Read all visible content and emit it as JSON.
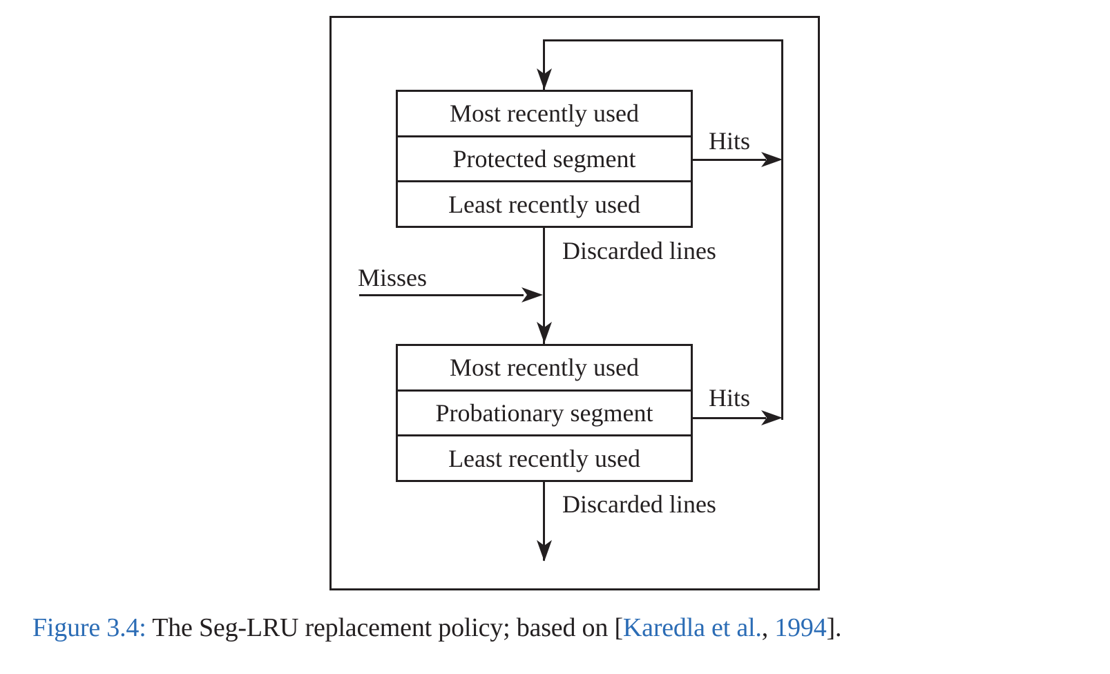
{
  "palette": {
    "ink": "#231f20",
    "link_blue": "#2b6cb5",
    "background": "#ffffff"
  },
  "diagram": {
    "protected_box": {
      "rows": [
        "Most recently used",
        "Protected segment",
        "Least recently used"
      ]
    },
    "probationary_box": {
      "rows": [
        "Most recently used",
        "Probationary segment",
        "Least recently used"
      ]
    },
    "labels": {
      "hits_top": "Hits",
      "discarded_top": "Discarded lines",
      "misses": "Misses",
      "hits_bottom": "Hits",
      "discarded_bottom": "Discarded lines"
    }
  },
  "caption": {
    "figure_label": "Figure 3.4:",
    "text_before_citation": " The Seg-LRU replacement policy; based on [",
    "citation_authors": "Karedla et al.",
    "citation_separator": ", ",
    "citation_year": "1994",
    "text_after_citation": "]."
  }
}
